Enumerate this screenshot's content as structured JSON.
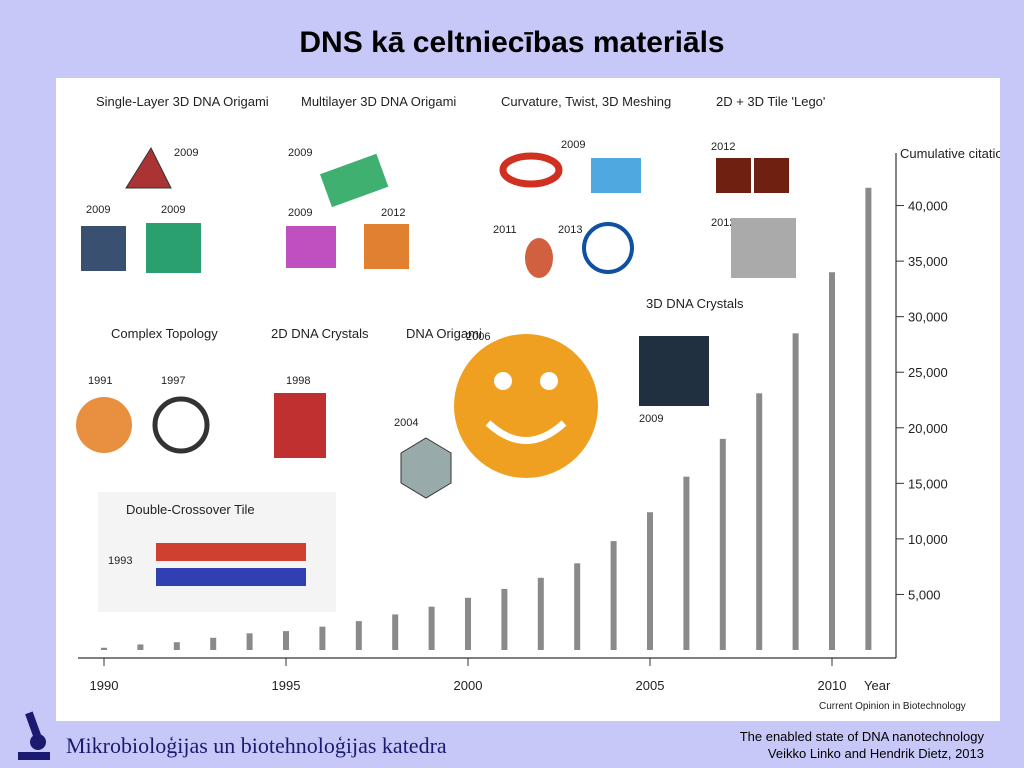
{
  "slide": {
    "title": "DNS kā celtniecības materiāls",
    "footer": "Mikrobioloģijas un biotehnoloģijas katedra",
    "credit_line1": "The enabled state of DNA nanotechnology",
    "credit_line2": "Veikko Linko and Hendrik Dietz, 2013"
  },
  "colors": {
    "background": "#c8c8f8",
    "bars": "#8a8a8a",
    "title": "#000000"
  },
  "chart_data": {
    "type": "bar",
    "x": [
      1990,
      1991,
      1992,
      1993,
      1994,
      1995,
      1996,
      1997,
      1998,
      1999,
      2000,
      2001,
      2002,
      2003,
      2004,
      2005,
      2006,
      2007,
      2008,
      2009,
      2010,
      2011
    ],
    "values": [
      200,
      500,
      700,
      1100,
      1500,
      1700,
      2100,
      2600,
      3200,
      3900,
      4700,
      5500,
      6500,
      7800,
      9800,
      12400,
      15600,
      19000,
      23100,
      28500,
      34000,
      41600
    ],
    "ylabel": "Cumulative citations",
    "xlabel": "Year",
    "xticks": [
      "1990",
      "1995",
      "2000",
      "2005",
      "2010"
    ],
    "yticks": [
      "5,000",
      "10,000",
      "15,000",
      "20,000",
      "25,000",
      "30,000",
      "35,000",
      "40,000"
    ],
    "ylim": [
      0,
      45000
    ],
    "source": "Current Opinion in Biotechnology",
    "annotations": [
      {
        "label": "Single-Layer 3D DNA Origami",
        "years": [
          "2009",
          "2009",
          "2009"
        ]
      },
      {
        "label": "Multilayer 3D DNA Origami",
        "years": [
          "2009",
          "2009",
          "2012"
        ]
      },
      {
        "label": "Curvature, Twist, 3D Meshing",
        "years": [
          "2009",
          "2011",
          "2013"
        ]
      },
      {
        "label": "2D + 3D Tile 'Lego'",
        "years": [
          "2012",
          "2012"
        ]
      },
      {
        "label": "Complex Topology",
        "years": [
          "1991",
          "1997"
        ]
      },
      {
        "label": "2D DNA Crystals",
        "years": [
          "1998"
        ]
      },
      {
        "label": "DNA Origami",
        "years": [
          "2006",
          "2004"
        ]
      },
      {
        "label": "3D DNA Crystals",
        "years": [
          "2009"
        ]
      },
      {
        "label": "Double-Crossover Tile",
        "years": [
          "1993"
        ]
      }
    ]
  }
}
